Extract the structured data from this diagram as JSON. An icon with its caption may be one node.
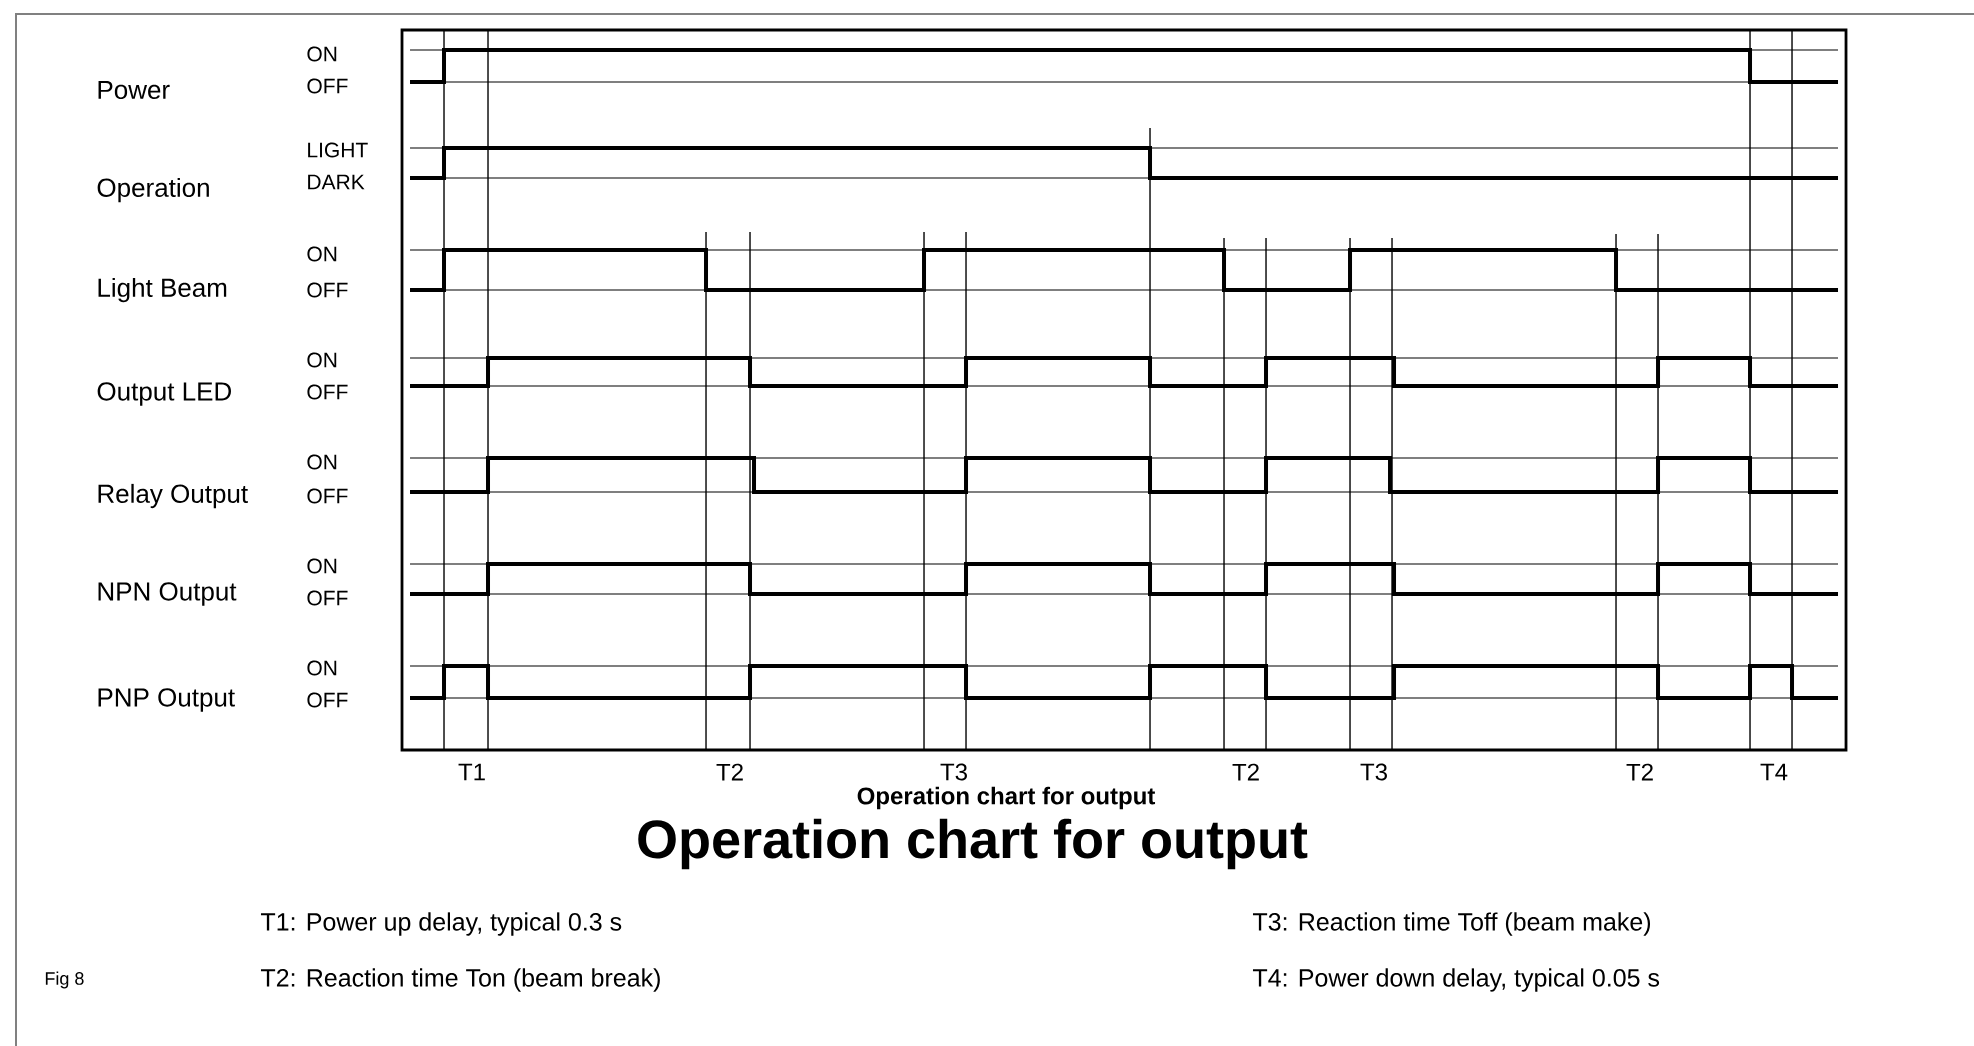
{
  "diagram": {
    "title": "Operation chart for output",
    "labels": [
      "Power",
      "ON",
      "OFF",
      "Operation",
      "LIGHT",
      "DARK",
      "Light Beam",
      "ON",
      "OFF",
      "Output LED",
      "ON",
      "OFF",
      "Relay Output",
      "ON",
      "OFF",
      "NPN Output",
      "ON",
      "OFF",
      "PNP Output",
      "ON",
      "OFF",
      "T1",
      "T2",
      "T3",
      "T2",
      "T3",
      "T2",
      "T4",
      "Operation chart for output",
      "T1: Power up delay, typical 0.3 s",
      "T3: Reaction time Toff (beam make)",
      "Fig 8",
      "T2: Reaction time Ton (beam break)",
      "T4: Power down delay, typical 0.05 s"
    ]
  }
}
